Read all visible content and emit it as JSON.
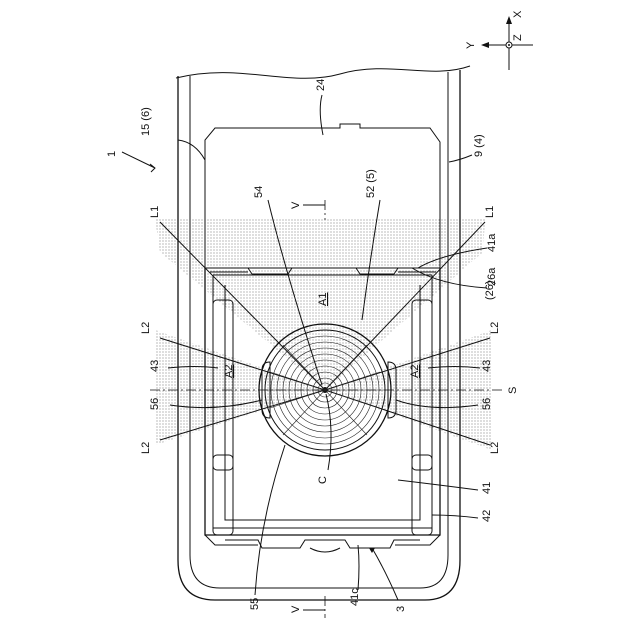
{
  "labels": {
    "ref_1": "1",
    "ref_15": "15 (6)",
    "ref_24": "24",
    "ref_9": "9 (4)",
    "ref_54": "54",
    "ref_52": "52 (5)",
    "v_top": "V",
    "v_bottom": "V",
    "l1_left": "L1",
    "l1_right": "L1",
    "ref_41a": "41a",
    "ref_26a": "26a",
    "ref_26": "(26)",
    "a1": "A1",
    "l2_left_top": "L2",
    "l2_right_top": "L2",
    "l2_left_bottom": "L2",
    "l2_right_bottom": "L2",
    "a2_left": "A2",
    "a2_right": "A2",
    "ref_43_left": "43",
    "ref_43_right": "43",
    "s_axis": "S",
    "ref_56_left": "56",
    "ref_56_right": "56",
    "c_center": "C",
    "ref_41": "41",
    "ref_42": "42",
    "ref_55": "55",
    "ref_41c": "41c",
    "ref_3": "3"
  },
  "axes": {
    "x": "X",
    "y": "Y",
    "z": "Z"
  }
}
